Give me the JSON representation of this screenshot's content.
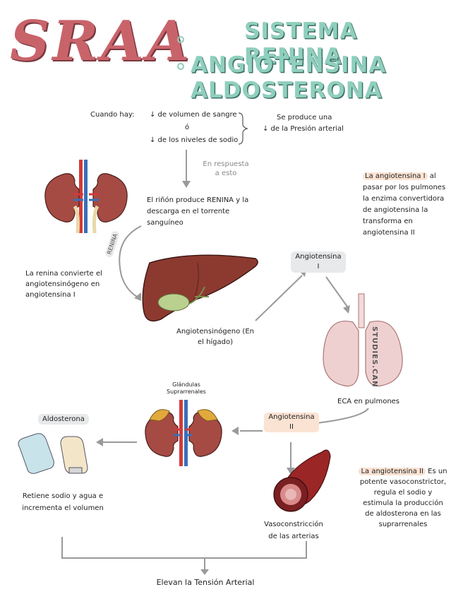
{
  "title": {
    "abbr": "SRAA",
    "line1": "SISTEMA RENINA",
    "line2": "ANGIOTENSINA ALDOSTERONA"
  },
  "trigger": {
    "prefix": "Cuando hay:",
    "cond1": "↓ de volumen de sangre",
    "or": "ó",
    "cond2": "↓ de los niveles de sodio",
    "result1": "Se produce una",
    "result2": "↓ de la Presión arterial"
  },
  "response": "En respuesta a esto",
  "kidney_text": "El riñón produce RENINA y la descarga en el torrente sanguíneo",
  "renina_label": "RENINA",
  "renina_converts": "La renina convierte el angiotensinógeno en angiotensina I",
  "liver_label": "Angiotensinógeno (En el hígado)",
  "angiotensina1": "Angiotensina I",
  "lung_note": {
    "highlight": "La angiotensina I",
    "rest": "al pasar por los pulmones la enzima convertidora de angiotensina la transforma en angiotensina II"
  },
  "lung_label": "ECA en pulmones",
  "watermark": "STUDIES.CAN",
  "angiotensina2": "Angiotensina II",
  "adrenal_label": "Glándulas Suprarrenales",
  "aldosterona": "Aldosterona",
  "retains": "Retiene sodio y agua e incrementa el volumen",
  "vaso": "Vasoconstricción de las arterias",
  "ang2_note": {
    "highlight": "La angiotensina II",
    "rest": "Es un potente vasoconstrictor, regula el sodio y estimula la producción de aldosterona en las suprarrenales"
  },
  "result": "Elevan la Tensión Arterial",
  "colors": {
    "title_pink": "#c9636a",
    "title_mint": "#8fcfbd",
    "kidney": "#a64a44",
    "liver": "#8c3a30",
    "gallbladder": "#b9d08f",
    "lung": "#efd0d0",
    "artery": "#d23a3a",
    "vein": "#3a6fb8",
    "arrow": "#9a9a9a"
  }
}
